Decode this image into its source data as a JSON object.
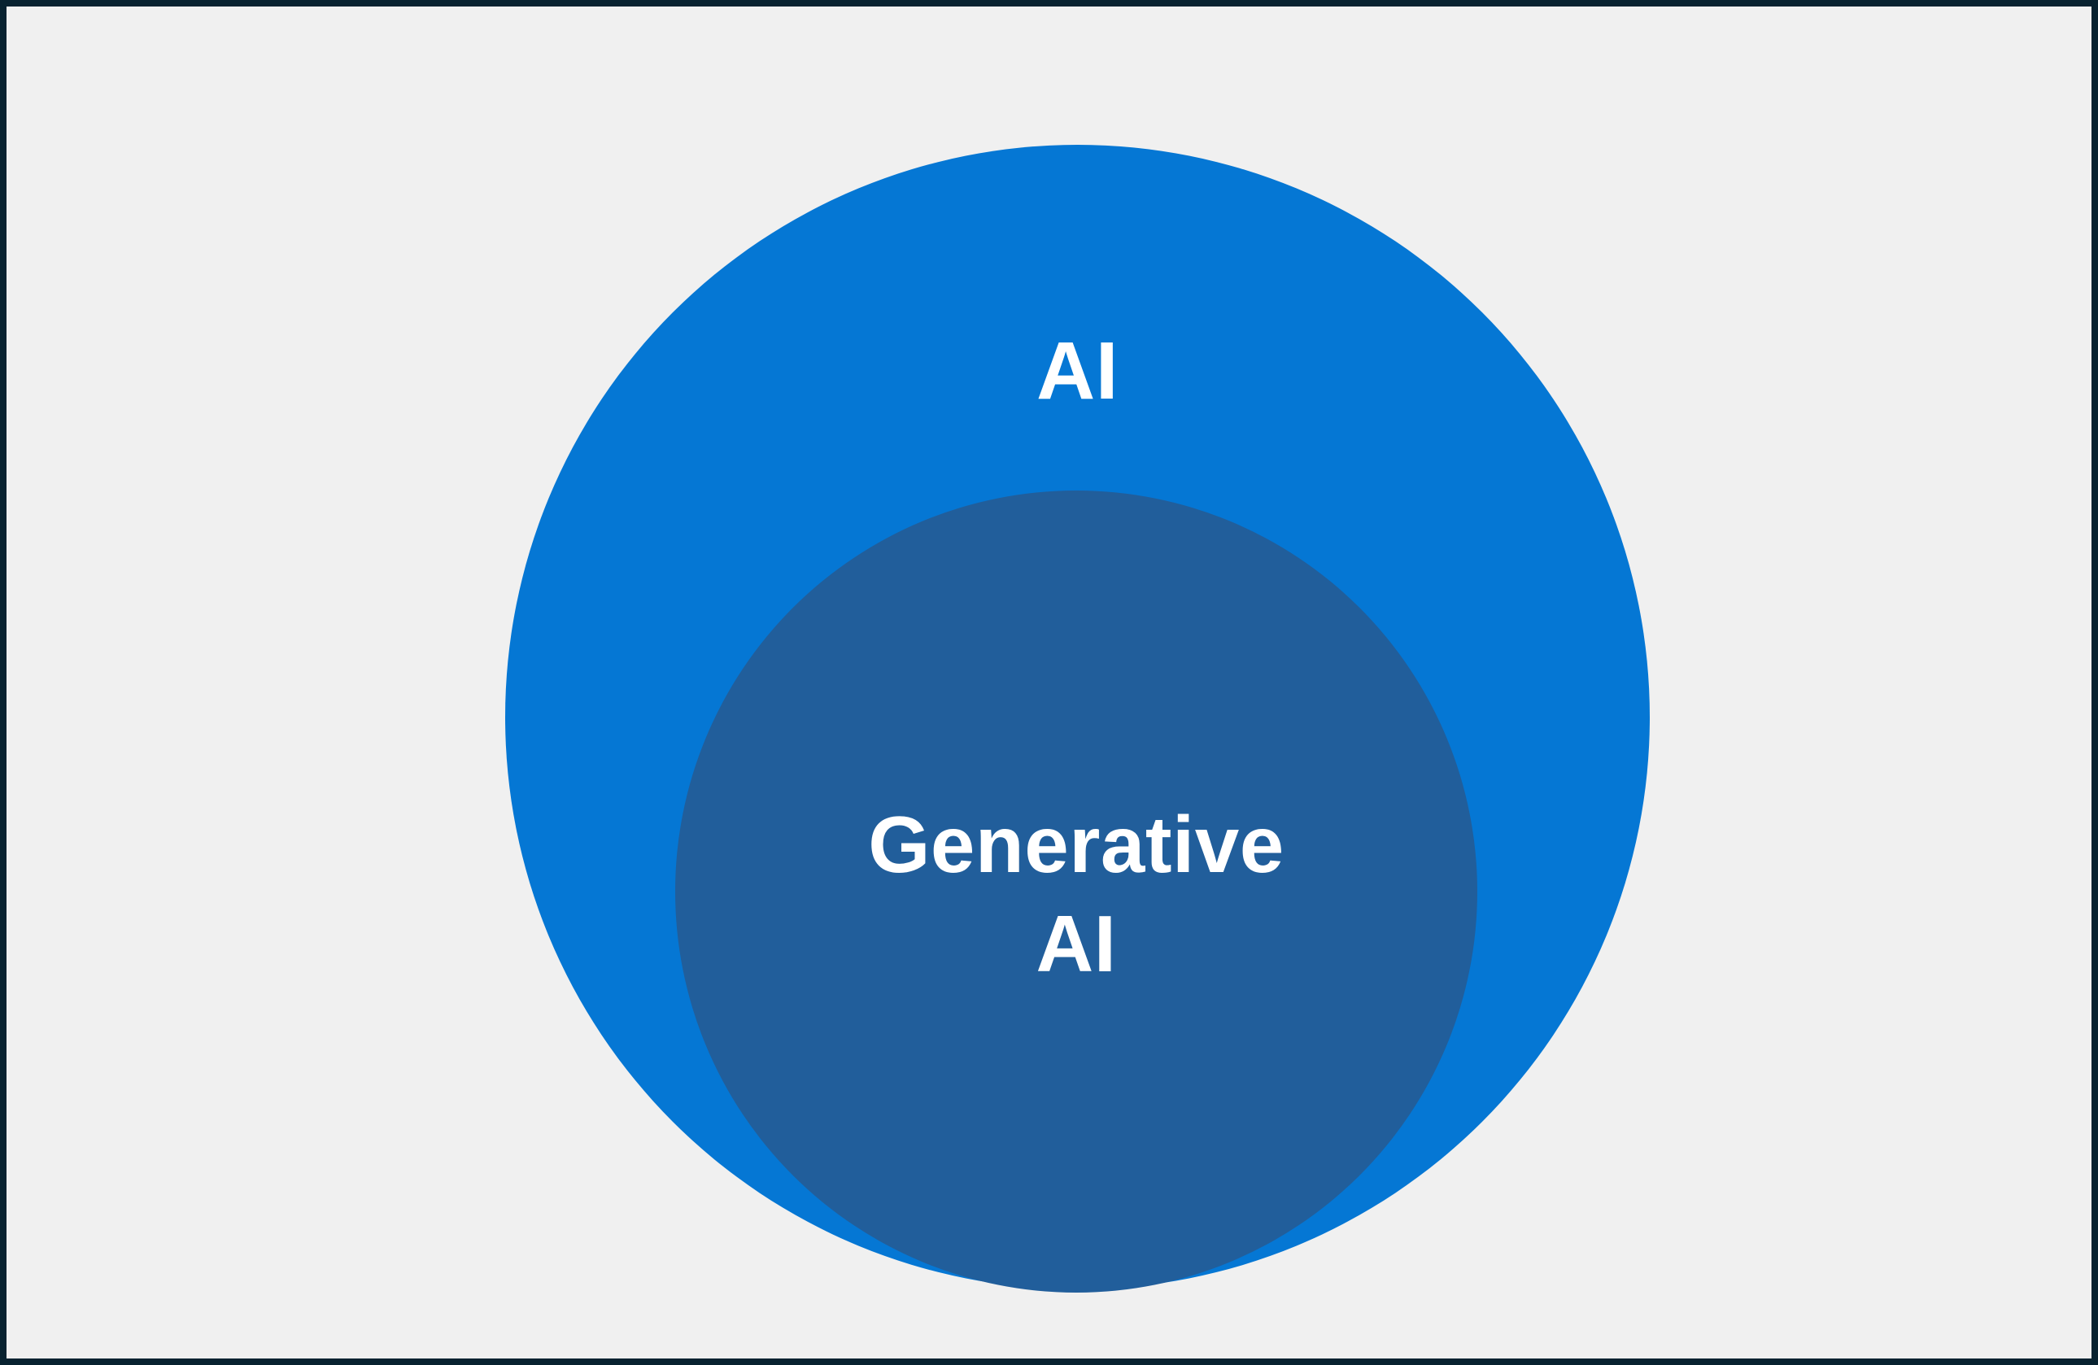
{
  "diagram": {
    "type": "venn-nested-circles",
    "title": "",
    "background_color": "#f0f0f0",
    "border_color": "#082230",
    "sets": [
      {
        "id": "ai",
        "label": "AI",
        "fill_color": "#0577d4",
        "text_color": "#ffffff",
        "relation": "outer-superset"
      },
      {
        "id": "generative-ai",
        "label": "Generative\nAI",
        "fill_color": "#215e9b",
        "text_color": "#ffffff",
        "relation": "inner-subset-of-ai"
      }
    ]
  }
}
